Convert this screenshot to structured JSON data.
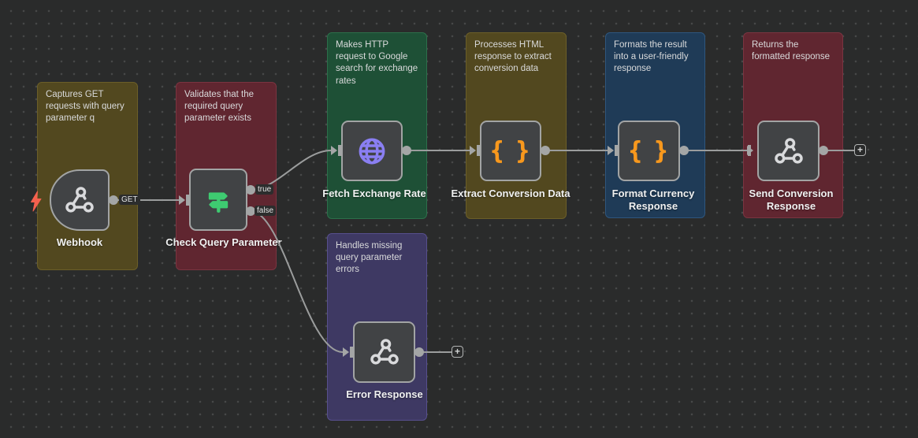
{
  "canvas": {
    "background": "#2a2b2b",
    "dot_color": "#474848"
  },
  "labels": {
    "get": "GET",
    "true_output": "true",
    "false_output": "false",
    "plus": "+"
  },
  "icons": {
    "braces_glyph": "{ }"
  },
  "colors": {
    "group_olive": "#52481f",
    "group_red": "#602630",
    "group_green": "#1e5036",
    "group_blue": "#1f3b57",
    "group_purple": "#3e3963",
    "node_body": "#414345",
    "node_border": "#a2a4a4",
    "connector": "#9b9d9d",
    "icon_green": "#3ecb71",
    "icon_purple": "#8a7ff2",
    "icon_orange": "#f8981d",
    "icon_white": "#d9dadc",
    "trigger_bolt": "#f4604e"
  },
  "groups": {
    "webhook": {
      "description": "Captures GET requests with query parameter q"
    },
    "check": {
      "description": "Validates that the required query parameter exists"
    },
    "fetch": {
      "description": "Makes HTTP request to Google search for exchange rates"
    },
    "extract": {
      "description": "Processes HTML response to extract conversion data"
    },
    "format": {
      "description": "Formats the result into a user-friendly response"
    },
    "send": {
      "description": "Returns the formatted response"
    },
    "error": {
      "description": "Handles missing query parameter errors"
    }
  },
  "nodes": {
    "webhook": {
      "title": "Webhook",
      "icon": "webhook-icon"
    },
    "check": {
      "title": "Check Query Parameter",
      "icon": "signpost-icon"
    },
    "fetch": {
      "title": "Fetch Exchange Rate",
      "icon": "globe-icon"
    },
    "extract": {
      "title": "Extract Conversion Data",
      "icon": "braces-icon"
    },
    "format": {
      "title": "Format Currency Response",
      "icon": "braces-icon"
    },
    "send": {
      "title": "Send Conversion Response",
      "icon": "webhook-icon"
    },
    "error": {
      "title": "Error Response",
      "icon": "webhook-icon"
    }
  }
}
